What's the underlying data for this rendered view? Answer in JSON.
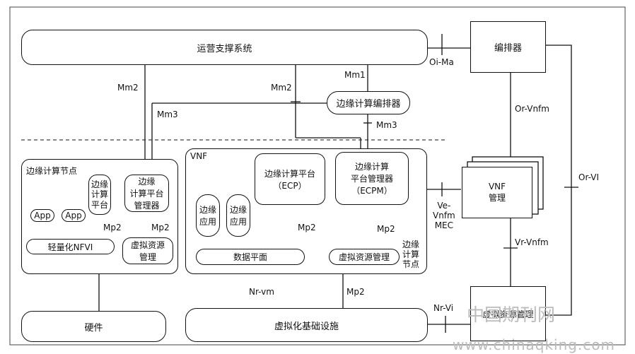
{
  "nodes": {
    "oss": "运营支撑系统",
    "orchestrator": "编排器",
    "edge_orch": "边缘计算编排器",
    "edge_node_left": "边缘计算节点",
    "ecp_small": "边缘\n计算\n平台",
    "app1": "App",
    "app2": "App",
    "ecp_mgr_small": "边缘\n计算平台\n管理器",
    "lw_nfvi": "轻量化NFVI",
    "virt_mgr_left": "虚拟资源\n管理",
    "hardware": "硬件",
    "vnf_tag": "VNF",
    "ecp": "边缘计算平台\n（ECP）",
    "ecpm": "边缘计算\n平台管理器\n（ECPM）",
    "edge_app1": "边缘\n应用",
    "edge_app2": "边缘\n应用",
    "data_plane": "数据平面",
    "virt_mgr_right": "虚拟资源管理",
    "edge_node_right": "边缘\n计算\n节点",
    "vnf_mgr": "VNF\n管理",
    "nfvi": "虚拟化基础设施",
    "vim": "虚拟资源管理"
  },
  "links": {
    "oi_ma": "Oi-Ma",
    "mm1": "Mm1",
    "mm2_left": "Mm2",
    "mm2_mid": "Mm2",
    "mm3_left": "Mm3",
    "mm3_right": "Mm3",
    "or_vnfm": "Or-Vnfm",
    "or_vi": "Or-VI",
    "mp2_a": "Mp2",
    "mp2_b": "Mp2",
    "mp2_c": "Mp2",
    "mp2_d": "Mp2",
    "mp2_e": "Mp2",
    "ve_vnfm": "Ve-\nVnfm\nMEC",
    "vr_vnfm": "Vr-Vnfm",
    "nr_vm": "Nr-vm",
    "nr_vi": "Nr-Vi"
  },
  "watermark": {
    "cn": "中国期刊网",
    "url": "www.chinaqking.com"
  }
}
